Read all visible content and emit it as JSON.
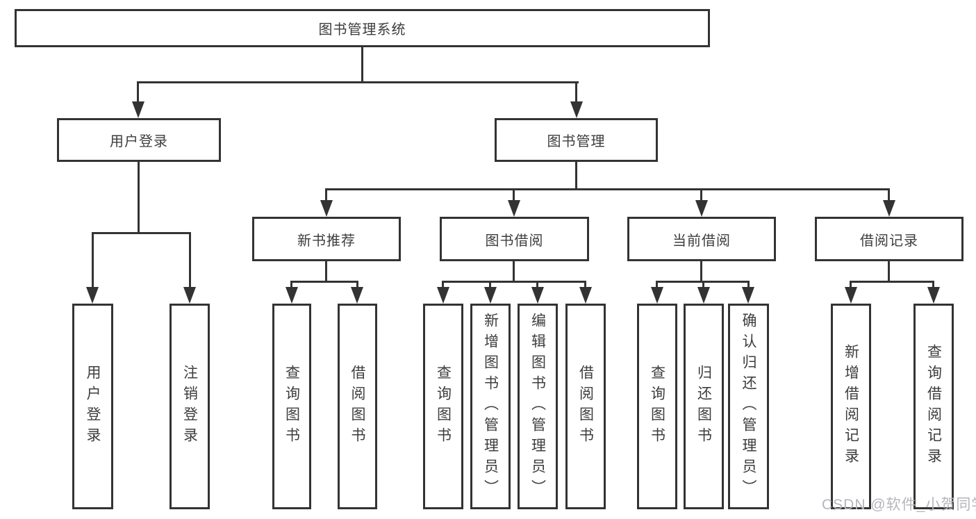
{
  "diagram": {
    "type": "tree",
    "title": "图书管理系统",
    "tree": {
      "root": {
        "label": "图书管理系统"
      },
      "branches": [
        {
          "label": "用户登录",
          "children": [
            {
              "label": "用户登录"
            },
            {
              "label": "注销登录"
            }
          ]
        },
        {
          "label": "图书管理",
          "children": [
            {
              "label": "新书推荐",
              "children": [
                {
                  "label": "查询图书"
                },
                {
                  "label": "借阅图书"
                }
              ]
            },
            {
              "label": "图书借阅",
              "children": [
                {
                  "label": "查询图书"
                },
                {
                  "label": "新增图书（管理员）"
                },
                {
                  "label": "编辑图书（管理员）"
                },
                {
                  "label": "借阅图书"
                }
              ]
            },
            {
              "label": "当前借阅",
              "children": [
                {
                  "label": "查询图书"
                },
                {
                  "label": "归还图书"
                },
                {
                  "label": "确认归还（管理员）"
                }
              ]
            },
            {
              "label": "借阅记录",
              "children": [
                {
                  "label": "新增借阅记录"
                },
                {
                  "label": "查询借阅记录"
                }
              ]
            }
          ]
        }
      ]
    }
  },
  "watermark": {
    "text": "CSDN @软件_小贺同学",
    "color": "#b5b5bd"
  },
  "colors": {
    "line": "#333333",
    "text": "#3d3d3d",
    "background": "#ffffff"
  }
}
